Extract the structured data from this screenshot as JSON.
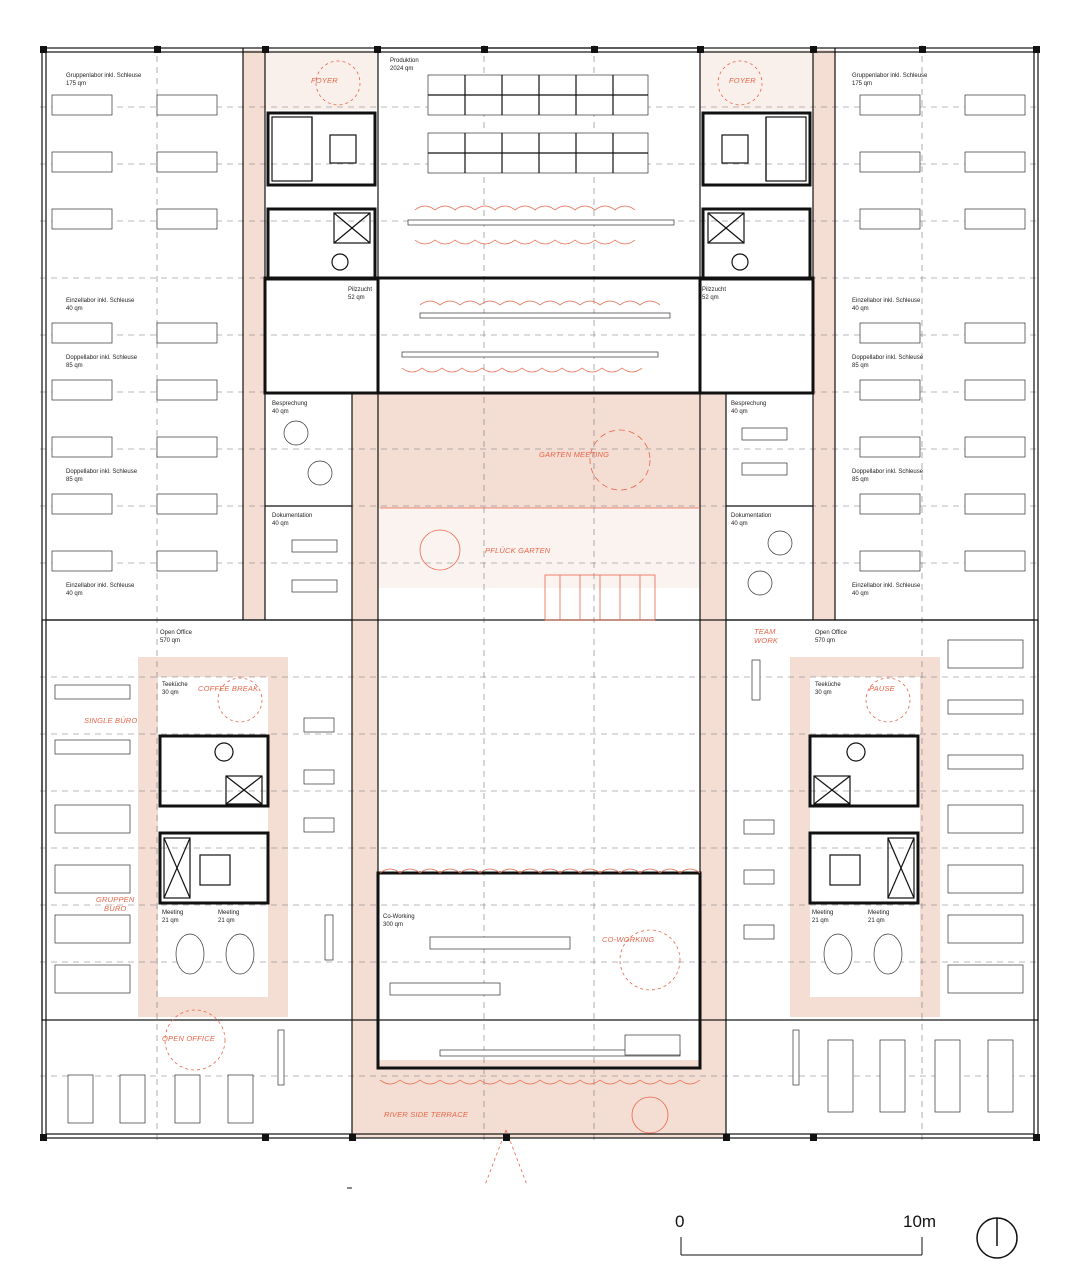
{
  "colors": {
    "accent": "#e7664a",
    "pink": "#f4ddd3",
    "line": "#111111"
  },
  "rooms": {
    "gruppenlabor_left": {
      "name": "Gruppenlabor inkl. Schleuse",
      "area": "175 qm"
    },
    "gruppenlabor_right": {
      "name": "Gruppenlabor inkl. Schleuse",
      "area": "175 qm"
    },
    "einzellabor_left_1": {
      "name": "Einzellabor inkl. Schleuse",
      "area": "40 qm"
    },
    "doppellabor_left_1": {
      "name": "Doppellabor inkl. Schleuse",
      "area": "85 qm"
    },
    "doppellabor_left_2": {
      "name": "Doppellabor inkl. Schleuse",
      "area": "85 qm"
    },
    "einzellabor_left_2": {
      "name": "Einzellabor inkl. Schleuse",
      "area": "40 qm"
    },
    "einzellabor_right_1": {
      "name": "Einzellabor inkl. Schleuse",
      "area": "40 qm"
    },
    "doppellabor_right_1": {
      "name": "Doppellabor inkl. Schleuse",
      "area": "85 qm"
    },
    "doppellabor_right_2": {
      "name": "Doppellabor inkl. Schleuse",
      "area": "85 qm"
    },
    "einzellabor_right_2": {
      "name": "Einzellabor inkl. Schleuse",
      "area": "40 qm"
    },
    "produktion": {
      "name": "Produktion",
      "area": "2024 qm"
    },
    "pilzzucht_left": {
      "name": "Pilzzucht",
      "area": "52 qm"
    },
    "pilzzucht_right": {
      "name": "Pilzzucht",
      "area": "52 qm"
    },
    "besprechung_left": {
      "name": "Besprechung",
      "area": "40 qm"
    },
    "besprechung_right": {
      "name": "Besprechung",
      "area": "40 qm"
    },
    "dokumentation_left": {
      "name": "Dokumentation",
      "area": "40 qm"
    },
    "dokumentation_right": {
      "name": "Dokumentation",
      "area": "40 qm"
    },
    "openoffice_left": {
      "name": "Open Office",
      "area": "570 qm"
    },
    "openoffice_right": {
      "name": "Open Office",
      "area": "570 qm"
    },
    "teekueche_left": {
      "name": "Teeküche",
      "area": "30 qm"
    },
    "teekueche_right": {
      "name": "Teeküche",
      "area": "30 qm"
    },
    "meeting_l1": {
      "name": "Meeting",
      "area": "21 qm"
    },
    "meeting_l2": {
      "name": "Meeting",
      "area": "21 qm"
    },
    "meeting_r1": {
      "name": "Meeting",
      "area": "21 qm"
    },
    "meeting_r2": {
      "name": "Meeting",
      "area": "21 qm"
    },
    "coworking": {
      "name": "Co-Working",
      "area": "300 qm"
    }
  },
  "zones": {
    "foyer_left": "FOYER",
    "foyer_right": "FOYER",
    "garten_meeting": "GARTEN MEETING",
    "pflueck_garten": "PFLÜCK GARTEN",
    "coffee_break": "COFFEE BREAK",
    "single_buero": "SINGLE BÜRO",
    "gruppen_buero_1": "GRUPPEN",
    "gruppen_buero_2": "BÜRO",
    "open_office": "OPEN OFFICE",
    "team_work_1": "TEAM",
    "team_work_2": "WORK",
    "pause": "PAUSE",
    "co_working": "CO-WORKING",
    "river_side_terrace": "RIVER SIDE TERRACE"
  },
  "scale": {
    "start": "0",
    "end": "10m"
  },
  "icons": {
    "north_arrow": "north-arrow-icon"
  }
}
